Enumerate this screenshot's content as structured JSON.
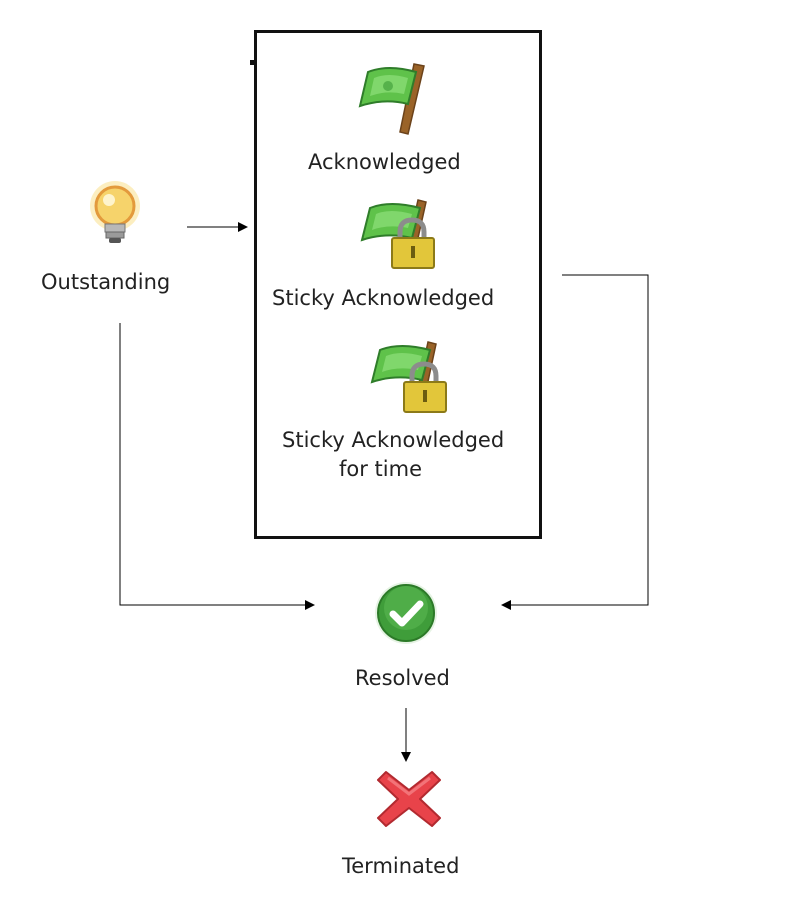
{
  "nodes": {
    "outstanding": {
      "label": "Outstanding",
      "icon": "lightbulb-icon"
    },
    "acknowledged": {
      "label": "Acknowledged",
      "icon": "green-flag-icon"
    },
    "sticky_acknowledged": {
      "label": "Sticky Acknowledged",
      "icon": "green-flag-lock-icon"
    },
    "sticky_acknowledged_time": {
      "line1": "Sticky Acknowledged",
      "line2": "for time",
      "icon": "green-flag-lock-icon"
    },
    "resolved": {
      "label": "Resolved",
      "icon": "green-check-icon"
    },
    "terminated": {
      "label": "Terminated",
      "icon": "red-x-icon"
    }
  },
  "colors": {
    "flag_green": "#5fc24a",
    "pole_brown": "#9a6328",
    "lock_gold": "#e2c63a",
    "check_green": "#3f9d3a",
    "x_red": "#e8434a",
    "bulb_yellow": "#f6d36b"
  }
}
